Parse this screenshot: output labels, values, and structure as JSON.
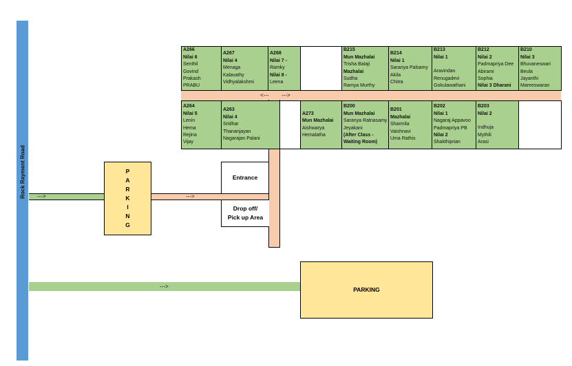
{
  "road_name": "Rock Rayment Road",
  "colors": {
    "classroom": "#a9d08e",
    "path": "#f8cbad",
    "parking": "#ffe699",
    "road": "#5b9bd5",
    "approach": "#a9d08e"
  },
  "corridor_arrows": {
    "left": "<---",
    "right": "--->"
  },
  "approach_arrows": [
    "--->",
    "--->",
    "--->"
  ],
  "entrance_label": "Entrance",
  "dropoff_label": [
    "Drop off/",
    "Pick up Area"
  ],
  "parking_small_letters": [
    "P",
    "A",
    "R",
    "K",
    "I",
    "N",
    "G"
  ],
  "parking_large_label": "PARKING",
  "rooms": {
    "top": [
      {
        "lines": [
          {
            "text": "A266",
            "bold": true
          },
          {
            "text": "Nilai 6",
            "bold": true
          },
          {
            "text": "Senthil"
          },
          {
            "text": "Govind"
          },
          {
            "text": "Prakash"
          },
          {
            "text": "PRABU"
          }
        ]
      },
      {
        "lines": [
          {
            "text": "A267",
            "bold": true
          },
          {
            "text": "Nilai 4",
            "bold": true
          },
          {
            "text": "Menaga"
          },
          {
            "text": "Kalavathy"
          },
          {
            "text": "Vidhyalakshmi"
          }
        ]
      },
      {
        "lines": [
          {
            "text": "A268",
            "bold": true
          },
          {
            "text": "Nilai 7 -",
            "bold": true
          },
          {
            "text": "Ramky"
          },
          {
            "text": "Nilai 8 -",
            "bold": true
          },
          {
            "text": "Leena"
          }
        ]
      },
      {
        "empty": true,
        "lines": []
      },
      {
        "lines": [
          {
            "text": "B215",
            "bold": true
          },
          {
            "text": "Mun Mazhalai",
            "bold": true
          },
          {
            "text": "Trisha Balaji"
          },
          {
            "text": "Mazhalai",
            "bold": true
          },
          {
            "text": "Sudha"
          },
          {
            "text": "Ramya Murthy"
          }
        ]
      },
      {
        "lines": [
          {
            "text": "B214",
            "bold": true
          },
          {
            "text": "Nilai 1",
            "bold": true
          },
          {
            "text": "Saranya Palsamy"
          },
          {
            "text": "Akila"
          },
          {
            "text": "Chitra"
          }
        ]
      },
      {
        "lines": [
          {
            "text": "B213",
            "bold": true
          },
          {
            "text": "Nilai 1",
            "bold": true
          },
          {
            "text": ""
          },
          {
            "text": "Aravindan"
          },
          {
            "text": "Renugadevi"
          },
          {
            "text": "Gokulawathani"
          }
        ]
      },
      {
        "lines": [
          {
            "text": "B212",
            "bold": true
          },
          {
            "text": "Nilai 2",
            "bold": true
          },
          {
            "text": "Padmapriya Dee"
          },
          {
            "text": "Abirami"
          },
          {
            "text": "Sophia"
          },
          {
            "text": "Nilai 3 Dharani",
            "bold": true
          }
        ]
      },
      {
        "lines": [
          {
            "text": "B210",
            "bold": true
          },
          {
            "text": "Nilai 3",
            "bold": true
          },
          {
            "text": "Bhuvaneswari"
          },
          {
            "text": "Beula"
          },
          {
            "text": "Jayanthi"
          },
          {
            "text": "Mareeswaran"
          }
        ]
      }
    ],
    "bottom": [
      {
        "lines": [
          {
            "text": "A264",
            "bold": true
          },
          {
            "text": "Nilai 5",
            "bold": true
          },
          {
            "text": "Lenin"
          },
          {
            "text": "Hema"
          },
          {
            "text": "Rejina"
          },
          {
            "text": "Vijay"
          }
        ]
      },
      {
        "lines": [
          {
            "text": "A263",
            "bold": true
          },
          {
            "text": "Nilai 4",
            "bold": true
          },
          {
            "text": "Sridhar"
          },
          {
            "text": "Thananjayan"
          },
          {
            "text": "Nagarajan Palani"
          }
        ]
      },
      {
        "empty": true,
        "lines": []
      },
      {
        "lines": [
          {
            "text": "A273",
            "bold": true
          },
          {
            "text": "Mun Mazhalai",
            "bold": true
          },
          {
            "text": "Aishwarya"
          },
          {
            "text": "Hemalatha"
          }
        ]
      },
      {
        "lines": [
          {
            "text": "B200",
            "bold": true
          },
          {
            "text": "Mun Mazhalai",
            "bold": true
          },
          {
            "text": "Saranya Ratnasamy"
          },
          {
            "text": "Jeyakani"
          },
          {
            "text": "(After Class -",
            "bold": true
          },
          {
            "text": "Waiting Room)",
            "bold": true
          }
        ]
      },
      {
        "lines": [
          {
            "text": "B201",
            "bold": true
          },
          {
            "text": "Mazhalai",
            "bold": true
          },
          {
            "text": "Sharmila"
          },
          {
            "text": "Vaishnavi"
          },
          {
            "text": "Uma Rathis"
          }
        ]
      },
      {
        "lines": [
          {
            "text": "B202",
            "bold": true
          },
          {
            "text": "Nilai 1",
            "bold": true
          },
          {
            "text": "Nagaraj Appavoo"
          },
          {
            "text": "Padmapriya PB"
          },
          {
            "text": "Nilai 2",
            "bold": true
          },
          {
            "text": "Shakthiprian"
          }
        ]
      },
      {
        "lines": [
          {
            "text": "B203",
            "bold": true
          },
          {
            "text": "Nilai 2",
            "bold": true
          },
          {
            "text": ""
          },
          {
            "text": "Indhuja"
          },
          {
            "text": "Mythili"
          },
          {
            "text": "Arasi"
          }
        ]
      },
      {
        "empty": true,
        "lines": []
      }
    ]
  }
}
